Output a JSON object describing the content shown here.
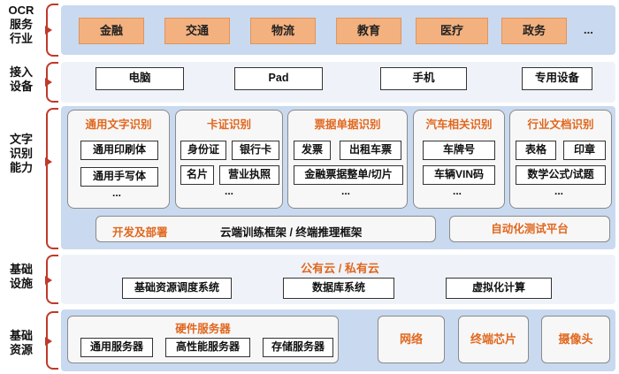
{
  "rows": {
    "industry": "OCR\n服务\n行业",
    "device": "接入\n设备",
    "capability": "文字\n识别\n能力",
    "infra": "基础\n设施",
    "resource": "基础\n资源"
  },
  "industry": {
    "items": [
      "金融",
      "交通",
      "物流",
      "教育",
      "医疗",
      "政务"
    ],
    "ellipsis": "..."
  },
  "devices": [
    "电脑",
    "Pad",
    "手机",
    "专用设备"
  ],
  "capability": {
    "groups": [
      {
        "title": "通用文字识别",
        "items": [
          "通用印刷体",
          "通用手写体"
        ],
        "ellipsis": "..."
      },
      {
        "title": "卡证识别",
        "items": [
          "身份证",
          "银行卡",
          "名片",
          "营业执照"
        ],
        "ellipsis": "..."
      },
      {
        "title": "票据单据识别",
        "items": [
          "发票",
          "出租车票",
          "金融票据整单/切片"
        ],
        "ellipsis": "..."
      },
      {
        "title": "汽车相关识别",
        "items": [
          "车牌号",
          "车辆VIN码"
        ],
        "ellipsis": "..."
      },
      {
        "title": "行业文档识别",
        "items": [
          "表格",
          "印章",
          "数学公式/试题"
        ],
        "ellipsis": "..."
      }
    ],
    "dev_deploy": "开发及部署",
    "framework": "云端训练框架 / 终端推理框架",
    "auto_test": "自动化测试平台"
  },
  "infra": {
    "title": "公有云 / 私有云",
    "items": [
      "基础资源调度系统",
      "数据库系统",
      "虚拟化计算"
    ]
  },
  "resource": {
    "hw_title": "硬件服务器",
    "hw_items": [
      "通用服务器",
      "高性能服务器",
      "存储服务器"
    ],
    "others": [
      "网络",
      "终端芯片",
      "摄像头"
    ]
  },
  "colors": {
    "accent": "#e1671e",
    "bracket": "#c0392b",
    "band": "#c9d9ef",
    "industry_fill": "#f3b17f"
  }
}
